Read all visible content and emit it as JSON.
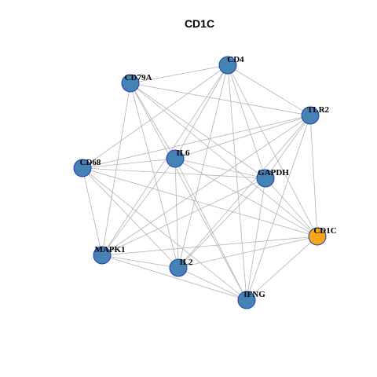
{
  "title": "CD1C",
  "colors": {
    "node_default": "#4682b4",
    "node_highlight": "#f5a51c",
    "node_border": "#1f3fb8",
    "edge": "#b4b4b4"
  },
  "nodes": [
    {
      "id": "CD4",
      "label": "CD4",
      "highlight": false
    },
    {
      "id": "CD79A",
      "label": "CD79A",
      "highlight": false
    },
    {
      "id": "TLR2",
      "label": "TLR2",
      "highlight": false
    },
    {
      "id": "CD68",
      "label": "CD68",
      "highlight": false
    },
    {
      "id": "IL6",
      "label": "IL6",
      "highlight": false
    },
    {
      "id": "GAPDH",
      "label": "GAPDH",
      "highlight": false
    },
    {
      "id": "CD1C",
      "label": "CD1C",
      "highlight": true
    },
    {
      "id": "MAPK1",
      "label": "MAPK1",
      "highlight": false
    },
    {
      "id": "IL2",
      "label": "IL2",
      "highlight": false
    },
    {
      "id": "IFNG",
      "label": "IFNG",
      "highlight": false
    }
  ],
  "edges": [
    [
      "CD4",
      "CD79A"
    ],
    [
      "CD4",
      "TLR2"
    ],
    [
      "CD4",
      "CD68"
    ],
    [
      "CD4",
      "IL6"
    ],
    [
      "CD4",
      "GAPDH"
    ],
    [
      "CD4",
      "CD1C"
    ],
    [
      "CD4",
      "MAPK1"
    ],
    [
      "CD4",
      "IL2"
    ],
    [
      "CD4",
      "IFNG"
    ],
    [
      "CD79A",
      "TLR2"
    ],
    [
      "CD79A",
      "GAPDH"
    ],
    [
      "CD79A",
      "CD1C"
    ],
    [
      "CD79A",
      "MAPK1"
    ],
    [
      "CD79A",
      "IL2"
    ],
    [
      "CD79A",
      "IFNG"
    ],
    [
      "CD79A",
      "IL6"
    ],
    [
      "TLR2",
      "CD68"
    ],
    [
      "TLR2",
      "IL6"
    ],
    [
      "TLR2",
      "GAPDH"
    ],
    [
      "TLR2",
      "CD1C"
    ],
    [
      "TLR2",
      "MAPK1"
    ],
    [
      "TLR2",
      "IL2"
    ],
    [
      "TLR2",
      "IFNG"
    ],
    [
      "CD68",
      "IL6"
    ],
    [
      "CD68",
      "GAPDH"
    ],
    [
      "CD68",
      "CD1C"
    ],
    [
      "CD68",
      "IL2"
    ],
    [
      "CD68",
      "IFNG"
    ],
    [
      "CD68",
      "MAPK1"
    ],
    [
      "IL6",
      "GAPDH"
    ],
    [
      "IL6",
      "CD1C"
    ],
    [
      "IL6",
      "MAPK1"
    ],
    [
      "IL6",
      "IL2"
    ],
    [
      "IL6",
      "IFNG"
    ],
    [
      "GAPDH",
      "MAPK1"
    ],
    [
      "GAPDH",
      "IL2"
    ],
    [
      "GAPDH",
      "IFNG"
    ],
    [
      "GAPDH",
      "CD1C"
    ],
    [
      "CD1C",
      "MAPK1"
    ],
    [
      "CD1C",
      "IL2"
    ],
    [
      "CD1C",
      "IFNG"
    ],
    [
      "MAPK1",
      "IL2"
    ],
    [
      "MAPK1",
      "IFNG"
    ],
    [
      "IL2",
      "IFNG"
    ]
  ]
}
